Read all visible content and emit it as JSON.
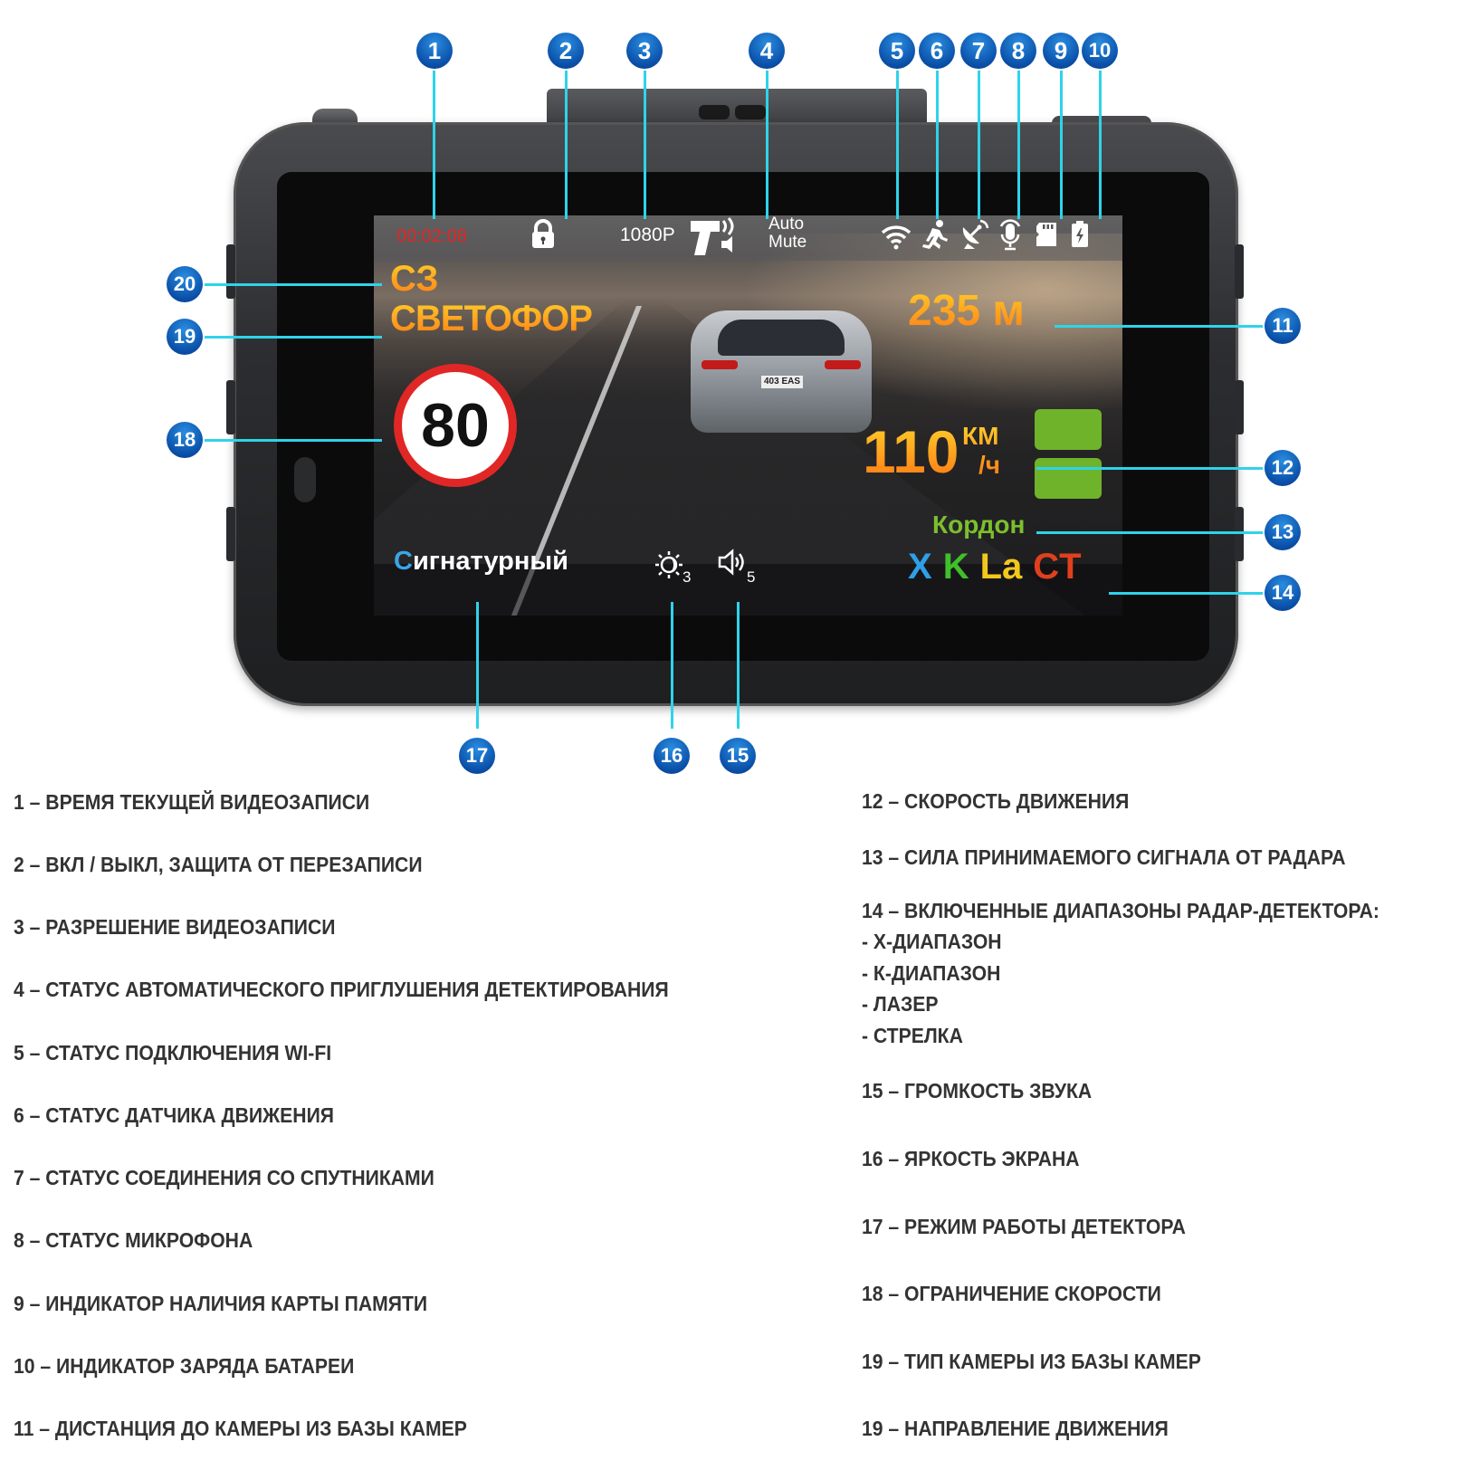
{
  "screen": {
    "recording_time": "00:02:08",
    "resolution": "1080P",
    "auto_mute_line1": "Auto",
    "auto_mute_line2": "Mute",
    "direction": "СЗ",
    "camera_type": "СВЕТОФОР",
    "distance": "235 м",
    "speed_limit": "80",
    "speed": "110",
    "speed_unit_top": "КМ",
    "speed_unit_bottom": "/ч",
    "signal_source": "Кордон",
    "detector_mode_first": "С",
    "detector_mode_rest": "игнатурный",
    "brightness_level": "3",
    "volume_level": "5",
    "car_plate": "403 EAS",
    "bands": [
      {
        "label": "X",
        "color": "#2f9fe8"
      },
      {
        "label": "K",
        "color": "#3fc02a"
      },
      {
        "label": "La",
        "color": "#f2c81c"
      },
      {
        "label": "CT",
        "color": "#e0401c"
      }
    ],
    "icons": [
      "lock-icon",
      "speaker-gun-icon",
      "wifi-icon",
      "motion-sensor-icon",
      "satellite-icon",
      "microphone-icon",
      "sd-card-icon",
      "battery-icon",
      "brightness-icon",
      "volume-icon"
    ]
  },
  "callouts": [
    "1",
    "2",
    "3",
    "4",
    "5",
    "6",
    "7",
    "8",
    "9",
    "10",
    "11",
    "12",
    "13",
    "14",
    "15",
    "16",
    "17",
    "18",
    "19",
    "20"
  ],
  "colors": {
    "callout_blue": "#0a4fa8",
    "leader_cyan": "#2fd3ea",
    "rec_red": "#e22626",
    "orange_gradient_top": "#ffd02a",
    "orange_gradient_bottom": "#ff7a14",
    "signal_green": "#6fb32a"
  },
  "legend_left": [
    "1 – ВРЕМЯ ТЕКУЩЕЙ ВИДЕОЗАПИСИ",
    "2 – ВКЛ / ВЫКЛ, ЗАЩИТА ОТ ПЕРЕЗАПИСИ",
    "3 – РАЗРЕШЕНИЕ ВИДЕОЗАПИСИ",
    "4 – СТАТУС АВТОМАТИЧЕСКОГО ПРИГЛУШЕНИЯ ДЕТЕКТИРОВАНИЯ",
    "5 – СТАТУС ПОДКЛЮЧЕНИЯ WI-FI",
    "6 – СТАТУС ДАТЧИКА ДВИЖЕНИЯ",
    "7 – СТАТУС СОЕДИНЕНИЯ СО СПУТНИКАМИ",
    "8 – СТАТУС МИКРОФОНА",
    "9 – ИНДИКАТОР НАЛИЧИЯ КАРТЫ ПАМЯТИ",
    "10 – ИНДИКАТОР ЗАРЯДА БАТАРЕИ",
    "11 – ДИСТАНЦИЯ ДО КАМЕРЫ ИЗ БАЗЫ КАМЕР"
  ],
  "legend_right": {
    "item12": "12 – СКОРОСТЬ ДВИЖЕНИЯ",
    "item13": "13 – СИЛА ПРИНИМАЕМОГО СИГНАЛА ОТ РАДАРА",
    "item14": "14 – ВКЛЮЧЕННЫЕ ДИАПАЗОНЫ РАДАР-ДЕТЕКТОРА:",
    "item14_sub": [
      "- Х-ДИАПАЗОН",
      "- К-ДИАПАЗОН",
      "- ЛАЗЕР",
      "- СТРЕЛКА"
    ],
    "item15": "15 – ГРОМКОСТЬ ЗВУКА",
    "item16": "16 – ЯРКОСТЬ ЭКРАНА",
    "item17": "17 – РЕЖИМ РАБОТЫ ДЕТЕКТОРА",
    "item18": "18 – ОГРАНИЧЕНИЕ СКОРОСТИ",
    "item19": "19 – ТИП КАМЕРЫ ИЗ БАЗЫ КАМЕР",
    "item19b": "19 – НАПРАВЛЕНИЕ  ДВИЖЕНИЯ"
  }
}
